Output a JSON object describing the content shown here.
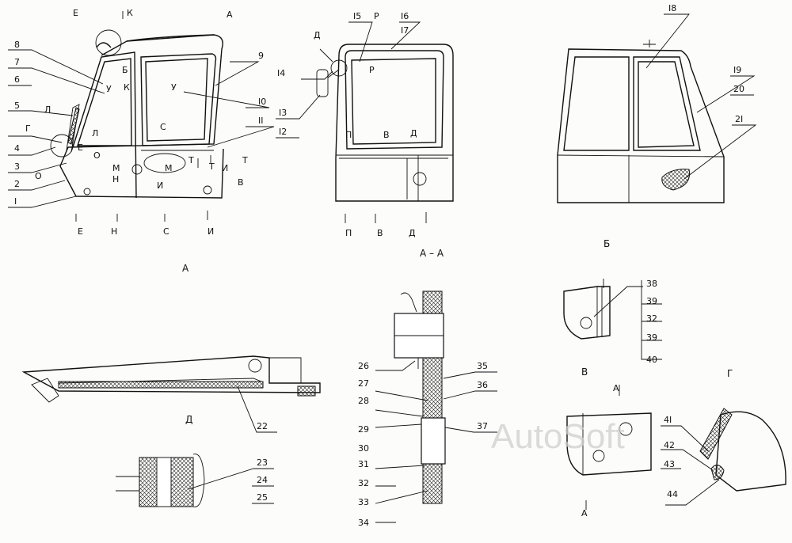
{
  "views": {
    "a": {
      "title": "А",
      "callouts": [
        "8",
        "7",
        "6",
        "5",
        "Г",
        "4",
        "3",
        "2",
        "I",
        "9",
        "I0",
        "II"
      ],
      "markers": [
        "Е",
        "К",
        "А",
        "Б",
        "У",
        "К",
        "У",
        "Л",
        "Л",
        "С",
        "О",
        "Е",
        "М",
        "Н",
        "М",
        "Т",
        "Т",
        "И",
        "Т",
        "О",
        "И",
        "В",
        "Е",
        "Н",
        "С",
        "И"
      ]
    },
    "aa": {
      "title": "А – А",
      "callouts": [
        "Д",
        "I4",
        "I3",
        "I2",
        "I5",
        "I6",
        "I7"
      ],
      "markers": [
        "Р",
        "Р",
        "П",
        "В",
        "Д",
        "П",
        "В",
        "Д"
      ]
    },
    "b": {
      "title": "Б",
      "callouts": [
        "I8",
        "I9",
        "20",
        "2I"
      ]
    },
    "d": {
      "title": "Д",
      "callouts": [
        "22"
      ]
    },
    "bolt": {
      "callouts": [
        "23",
        "24",
        "25"
      ]
    },
    "section": {
      "callouts": [
        "26",
        "27",
        "28",
        "29",
        "30",
        "31",
        "32",
        "33",
        "34",
        "35",
        "36",
        "37"
      ]
    },
    "v": {
      "title": "В",
      "callouts": [
        "38",
        "39",
        "32",
        "39",
        "40"
      ]
    },
    "g": {
      "title": "Г",
      "callouts": [
        "4I",
        "42",
        "43",
        "44"
      ],
      "markers": [
        "А",
        "А"
      ]
    }
  },
  "watermark": "AutoSoft"
}
